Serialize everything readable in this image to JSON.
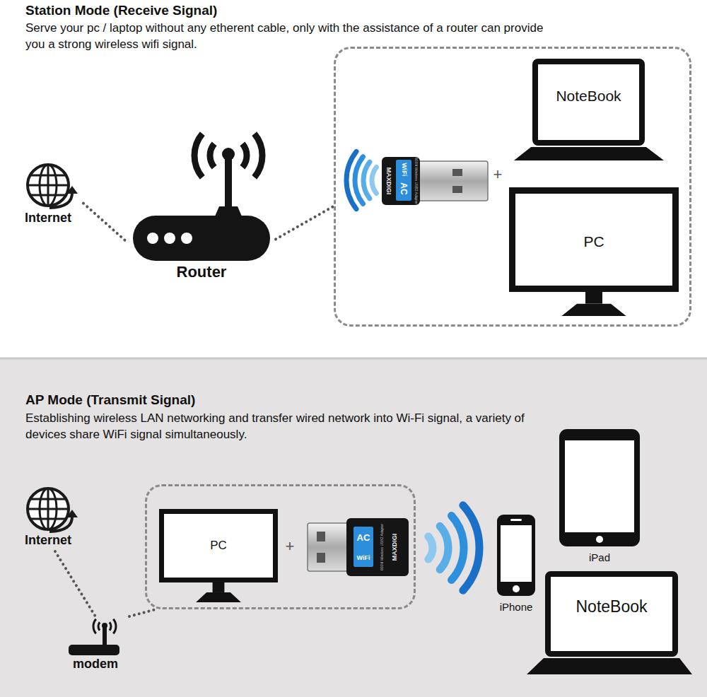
{
  "diagram": {
    "nodes": [
      {
        "text": [
          "Station Mode (Receive Signal)",
          "Serve your pc / laptop without any etherent cable, only with the assistance of a router can provide you a strong wireless wifi signal."
        ]
      },
      {
        "text": [
          "Internet"
        ],
        "in": 0
      },
      {
        "text": [
          "Router"
        ],
        "in": 0
      },
      {
        "text": [],
        "in": 0
      },
      {
        "text": [
          "NoteBook"
        ],
        "in": 3
      },
      {
        "text": [
          "PC"
        ],
        "in": 3
      },
      {
        "text": [
          "AP Mode (Transmit Signal)",
          "Establishing wireless LAN networking and transfer wired network into Wi-Fi signal, a variety of devices share WiFi signal simultaneously."
        ]
      },
      {
        "text": [
          "Internet"
        ],
        "in": 6
      },
      {
        "text": [
          "modem"
        ],
        "in": 6
      },
      {
        "text": [],
        "in": 6
      },
      {
        "text": [
          "PC"
        ],
        "in": 9
      },
      {
        "text": [
          "iPhone"
        ],
        "in": 6
      },
      {
        "text": [
          "iPad"
        ],
        "in": 6
      },
      {
        "text": [
          "NoteBook"
        ],
        "in": 6
      }
    ],
    "edges": [
      {
        "from": 1,
        "to": 2,
        "arrow": "none"
      },
      {
        "from": 2,
        "to": 3,
        "arrow": "none"
      },
      {
        "from": 7,
        "to": 8,
        "arrow": "none"
      },
      {
        "from": 8,
        "to": 9,
        "arrow": "none"
      }
    ],
    "labels": [
      "WiFi",
      "AC",
      "MAXDIGI",
      "600M Wireless USB2 Adapter",
      "+",
      "+",
      "WiFi",
      "AC",
      "MAXDIGI",
      "600M Wireless USB2 Adapter"
    ]
  }
}
